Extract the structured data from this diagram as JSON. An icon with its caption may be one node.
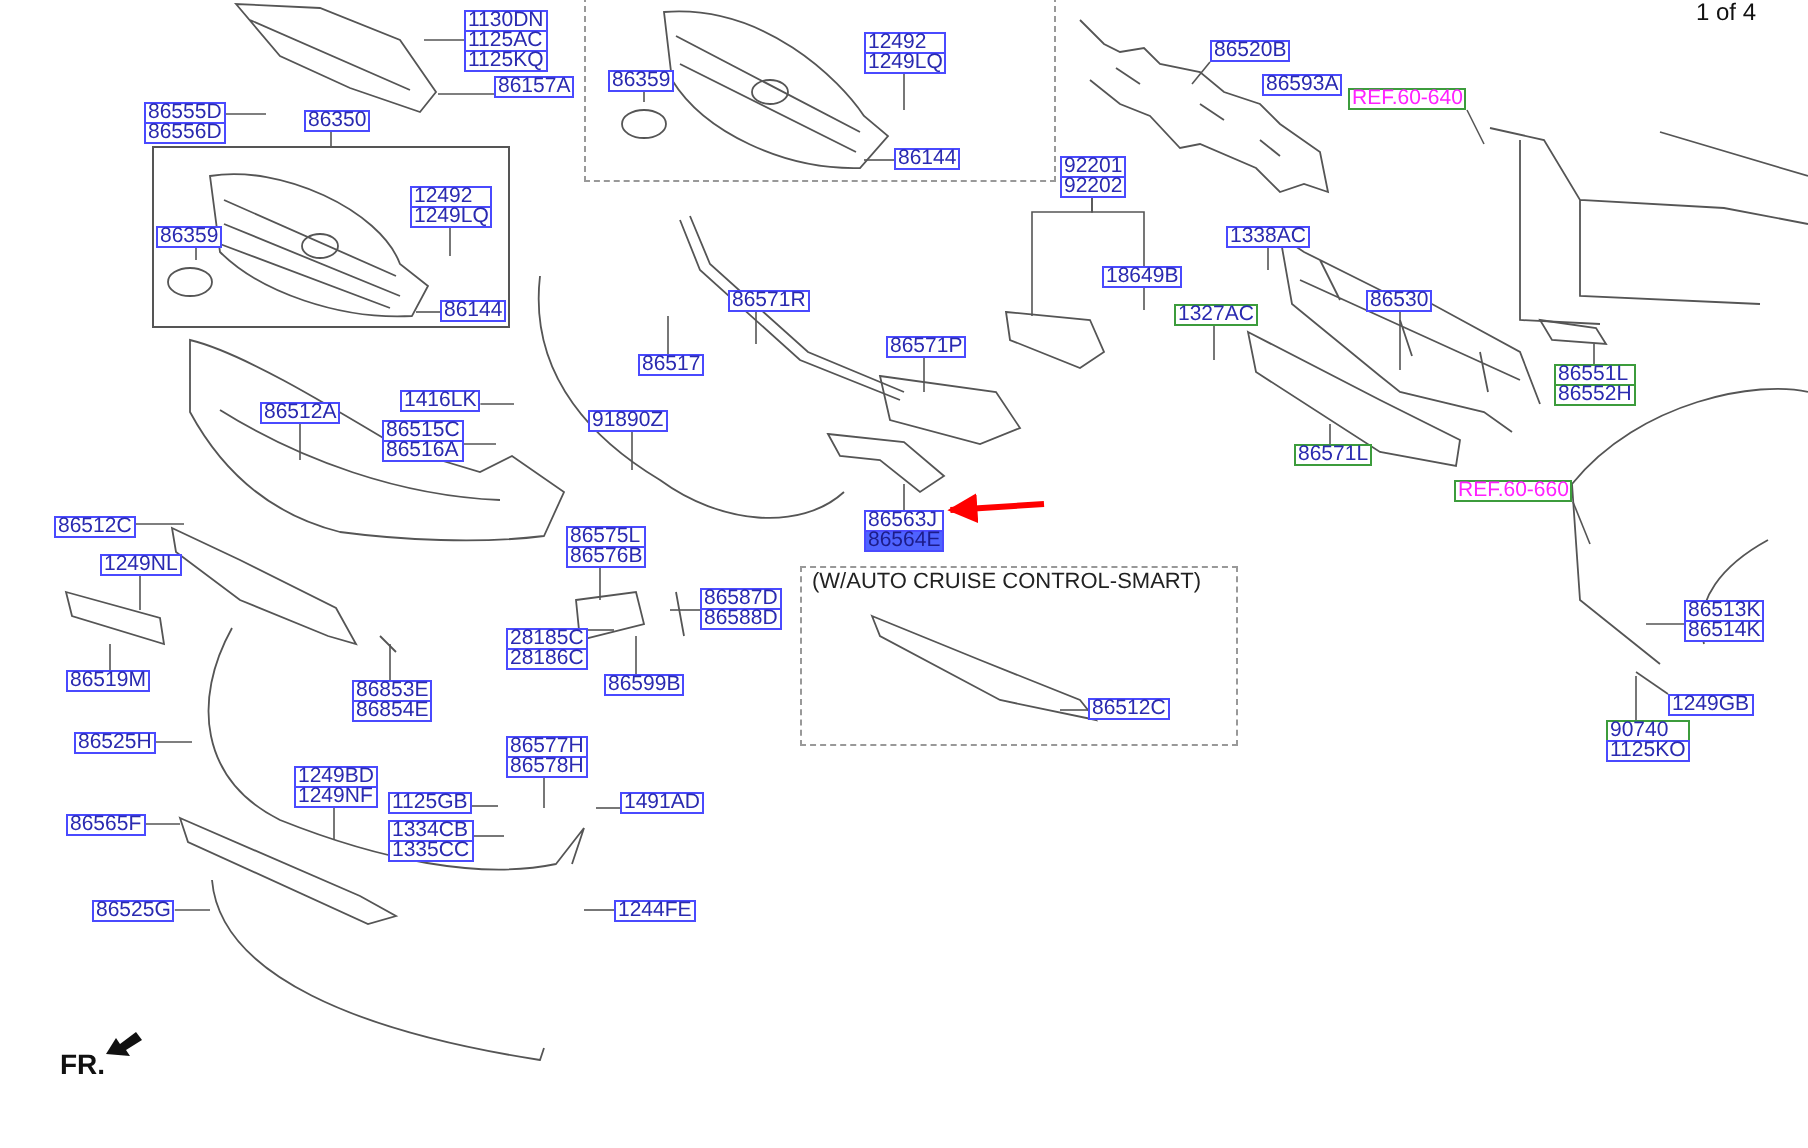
{
  "diagram": {
    "nodes": [
      {
        "text": [
          "1130DN",
          "1125AC",
          "1125KQ"
        ]
      },
      {
        "text": [
          "86157A"
        ]
      },
      {
        "text": [],
        "shape": "box"
      },
      {
        "text": [
          "86359"
        ],
        "in": 2
      },
      {
        "text": [
          "12492",
          "1249LQ"
        ],
        "in": 2
      },
      {
        "text": [
          "86144"
        ],
        "in": 2
      },
      {
        "text": [
          "86520B"
        ]
      },
      {
        "text": [
          "86593A"
        ]
      },
      {
        "text": [
          "REF.60-640"
        ]
      },
      {
        "text": [
          "86555D",
          "86556D"
        ]
      },
      {
        "text": [
          "86350"
        ]
      },
      {
        "text": [],
        "shape": "box"
      },
      {
        "text": [
          "86359"
        ],
        "in": 11
      },
      {
        "text": [
          "12492",
          "1249LQ"
        ],
        "in": 11
      },
      {
        "text": [
          "86144"
        ],
        "in": 11
      },
      {
        "text": [
          "92201",
          "92202"
        ]
      },
      {
        "text": [
          "18649B"
        ]
      },
      {
        "text": [
          "1338AC"
        ]
      },
      {
        "text": [
          "86571R"
        ]
      },
      {
        "text": [
          "1327AC"
        ]
      },
      {
        "text": [
          "86530"
        ]
      },
      {
        "text": [
          "86517"
        ]
      },
      {
        "text": [
          "86571P"
        ]
      },
      {
        "text": [
          "86551L",
          "86552H"
        ]
      },
      {
        "text": [
          "1416LK"
        ]
      },
      {
        "text": [
          "86512A"
        ]
      },
      {
        "text": [
          "86515C",
          "86516A"
        ]
      },
      {
        "text": [
          "91890Z"
        ]
      },
      {
        "text": [
          "86571L"
        ]
      },
      {
        "text": [
          "REF.60-660"
        ]
      },
      {
        "text": [
          "86563J",
          "86564E"
        ]
      },
      {
        "text": [
          "86512C"
        ]
      },
      {
        "text": [
          "86575L",
          "86576B"
        ]
      },
      {
        "text": [
          "1249NL"
        ]
      },
      {
        "text": [
          "(W/AUTO CRUISE CONTROL-SMART)"
        ]
      },
      {
        "text": [
          "86512C"
        ],
        "in": 34
      },
      {
        "text": [
          "86587D",
          "86588D"
        ]
      },
      {
        "text": [
          "86513K",
          "86514K"
        ]
      },
      {
        "text": [
          "28185C",
          "28186C"
        ]
      },
      {
        "text": [
          "86599B"
        ]
      },
      {
        "text": [
          "86519M"
        ]
      },
      {
        "text": [
          "86853E",
          "86854E"
        ]
      },
      {
        "text": [
          "1249GB"
        ]
      },
      {
        "text": [
          "86525H"
        ]
      },
      {
        "text": [
          "90740",
          "1125KO"
        ]
      },
      {
        "text": [
          "86577H",
          "86578H"
        ]
      },
      {
        "text": [
          "1249BD",
          "1249NF"
        ]
      },
      {
        "text": [
          "1125GB"
        ]
      },
      {
        "text": [
          "1491AD"
        ]
      },
      {
        "text": [
          "86565F"
        ]
      },
      {
        "text": [
          "1334CB",
          "1335CC"
        ]
      },
      {
        "text": [
          "86525G"
        ]
      },
      {
        "text": [
          "1244FE"
        ]
      }
    ],
    "edges": [
      {
        "from": 0,
        "to": null,
        "arrow": "none"
      },
      {
        "from": 1,
        "to": null,
        "arrow": "none"
      },
      {
        "from": 3,
        "to": null,
        "arrow": "none"
      },
      {
        "from": 4,
        "to": null,
        "arrow": "none"
      },
      {
        "from": 5,
        "to": null,
        "arrow": "none"
      },
      {
        "from": 6,
        "to": null,
        "arrow": "none"
      },
      {
        "from": 8,
        "to": null,
        "arrow": "none"
      },
      {
        "from": 9,
        "to": null,
        "arrow": "none"
      },
      {
        "from": 10,
        "to": 11,
        "arrow": "none"
      },
      {
        "from": 12,
        "to": null,
        "arrow": "none"
      },
      {
        "from": 13,
        "to": null,
        "arrow": "none"
      },
      {
        "from": 14,
        "to": null,
        "arrow": "none"
      },
      {
        "from": 15,
        "to": 16,
        "arrow": "none"
      },
      {
        "from": 15,
        "to": null,
        "arrow": "none"
      },
      {
        "from": 16,
        "to": null,
        "arrow": "none"
      },
      {
        "from": 17,
        "to": null,
        "arrow": "none"
      },
      {
        "from": 18,
        "to": null,
        "arrow": "none"
      },
      {
        "from": 19,
        "to": null,
        "arrow": "none"
      },
      {
        "from": 20,
        "to": null,
        "arrow": "none"
      },
      {
        "from": 21,
        "to": null,
        "arrow": "none"
      },
      {
        "from": 22,
        "to": null,
        "arrow": "none"
      },
      {
        "from": 23,
        "to": null,
        "arrow": "none"
      },
      {
        "from": 24,
        "to": null,
        "arrow": "none"
      },
      {
        "from": 25,
        "to": null,
        "arrow": "none"
      },
      {
        "from": 26,
        "to": null,
        "arrow": "none"
      },
      {
        "from": 27,
        "to": null,
        "arrow": "none"
      },
      {
        "from": 28,
        "to": null,
        "arrow": "none"
      },
      {
        "from": 29,
        "to": null,
        "arrow": "none"
      },
      {
        "from": 30,
        "to": null,
        "arrow": "none"
      },
      {
        "from": null,
        "to": 30,
        "arrow": "to",
        "style": "thick",
        "color": "#ff0000"
      },
      {
        "from": 31,
        "to": null,
        "arrow": "none"
      },
      {
        "from": 32,
        "to": null,
        "arrow": "none"
      },
      {
        "from": 33,
        "to": null,
        "arrow": "none"
      },
      {
        "from": 35,
        "to": null,
        "arrow": "none"
      },
      {
        "from": 36,
        "to": null,
        "arrow": "none"
      },
      {
        "from": 37,
        "to": null,
        "arrow": "none"
      },
      {
        "from": 38,
        "to": null,
        "arrow": "none"
      },
      {
        "from": 39,
        "to": null,
        "arrow": "none"
      },
      {
        "from": 40,
        "to": null,
        "arrow": "none"
      },
      {
        "from": 41,
        "to": null,
        "arrow": "none"
      },
      {
        "from": 42,
        "to": null,
        "arrow": "none"
      },
      {
        "from": 43,
        "to": null,
        "arrow": "none"
      },
      {
        "from": 44,
        "to": null,
        "arrow": "none"
      },
      {
        "from": 45,
        "to": null,
        "arrow": "none"
      },
      {
        "from": 46,
        "to": null,
        "arrow": "none"
      },
      {
        "from": 47,
        "to": null,
        "arrow": "none"
      },
      {
        "from": 48,
        "to": null,
        "arrow": "none"
      },
      {
        "from": 49,
        "to": null,
        "arrow": "none"
      },
      {
        "from": 50,
        "to": null,
        "arrow": "none"
      },
      {
        "from": 51,
        "to": null,
        "arrow": "none"
      },
      {
        "from": 52,
        "to": null,
        "arrow": "none"
      }
    ],
    "labels": [
      "1 of 4",
      "FR."
    ]
  }
}
